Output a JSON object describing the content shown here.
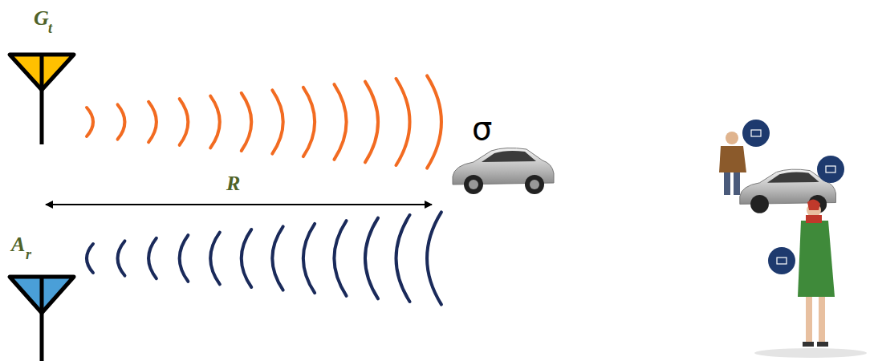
{
  "diagram": {
    "labels": [
      "G",
      "t",
      "σ",
      "R",
      "A",
      "r"
    ]
  }
}
